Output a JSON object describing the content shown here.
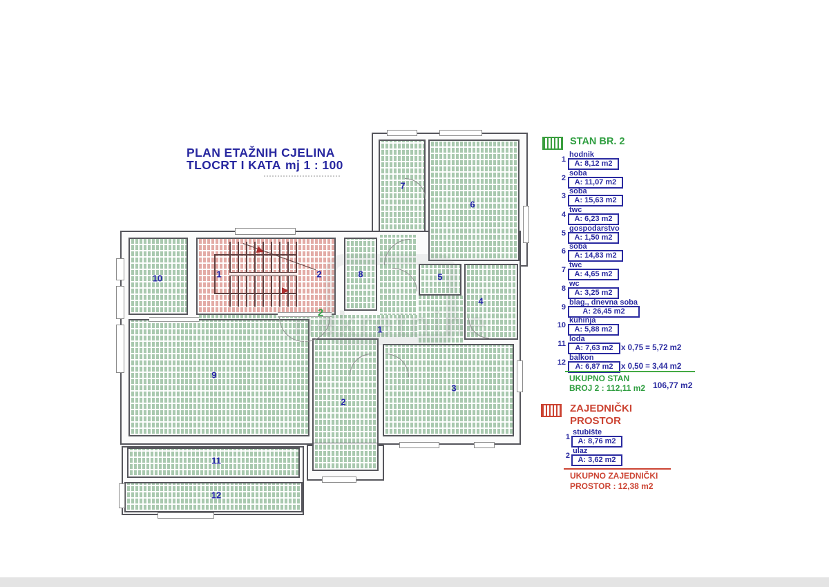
{
  "title": {
    "line1": "PLAN ETAŽNIH CJELINA",
    "line2": "TLOCRT I KATA",
    "scale": "mj 1 : 100"
  },
  "watermark": "nekretnine",
  "apartment_legend": {
    "header": "STAN BR. 2",
    "items": [
      {
        "no": "1",
        "name": "hodnik",
        "area": "A: 8,12 m2"
      },
      {
        "no": "2",
        "name": "soba",
        "area": "A: 11,07 m2"
      },
      {
        "no": "3",
        "name": "soba",
        "area": "A: 15,63 m2"
      },
      {
        "no": "4",
        "name": "twc",
        "area": "A: 6,23 m2"
      },
      {
        "no": "5",
        "name": "gospodarstvo",
        "area": "A: 1,50 m2"
      },
      {
        "no": "6",
        "name": "soba",
        "area": "A: 14,83 m2"
      },
      {
        "no": "7",
        "name": "twc",
        "area": "A: 4,65 m2"
      },
      {
        "no": "8",
        "name": "wc",
        "area": "A: 3,25 m2"
      },
      {
        "no": "9",
        "name": "blag., dnevna soba",
        "area": "A: 26,45 m2"
      },
      {
        "no": "10",
        "name": "kuhinja",
        "area": "A: 5,88 m2"
      },
      {
        "no": "11",
        "name": "loda",
        "area": "A: 7,63 m2",
        "factor": "x 0,75 = 5,72 m2"
      },
      {
        "no": "12",
        "name": "balkon",
        "area": "A: 6,87 m2",
        "factor": "x 0,50 = 3,44 m2"
      }
    ],
    "total_line1": "UKUPNO STAN",
    "total_line2": "BROJ 2 : 112,11 m2",
    "total_alt": "106,77 m2"
  },
  "common_legend": {
    "header_line1": "ZAJEDNIČKI",
    "header_line2": "PROSTOR",
    "items": [
      {
        "no": "1",
        "name": "stubište",
        "area": "A: 8,76 m2"
      },
      {
        "no": "2",
        "name": "ulaz",
        "area": "A: 3,62 m2"
      }
    ],
    "total_line1": "UKUPNO ZAJEDNIČKI",
    "total_line2": "PROSTOR : 12,38 m2"
  },
  "plan": {
    "labels": {
      "stairs": "1",
      "entrance": "2",
      "hallway": "1",
      "room2": "2",
      "room3": "3",
      "room4": "4",
      "room5": "5",
      "room6": "6",
      "room7": "7",
      "room8": "8",
      "room9": "9",
      "room10": "10",
      "room11": "11",
      "room12": "12",
      "apartment_entry": "2"
    }
  },
  "colors": {
    "blue_text": "#2828a0",
    "green_text": "#2f9e40",
    "red_text": "#cc4433",
    "green_hatch": "#a9c9af",
    "red_hatch": "#e3aba6",
    "wall": "#56565c"
  }
}
